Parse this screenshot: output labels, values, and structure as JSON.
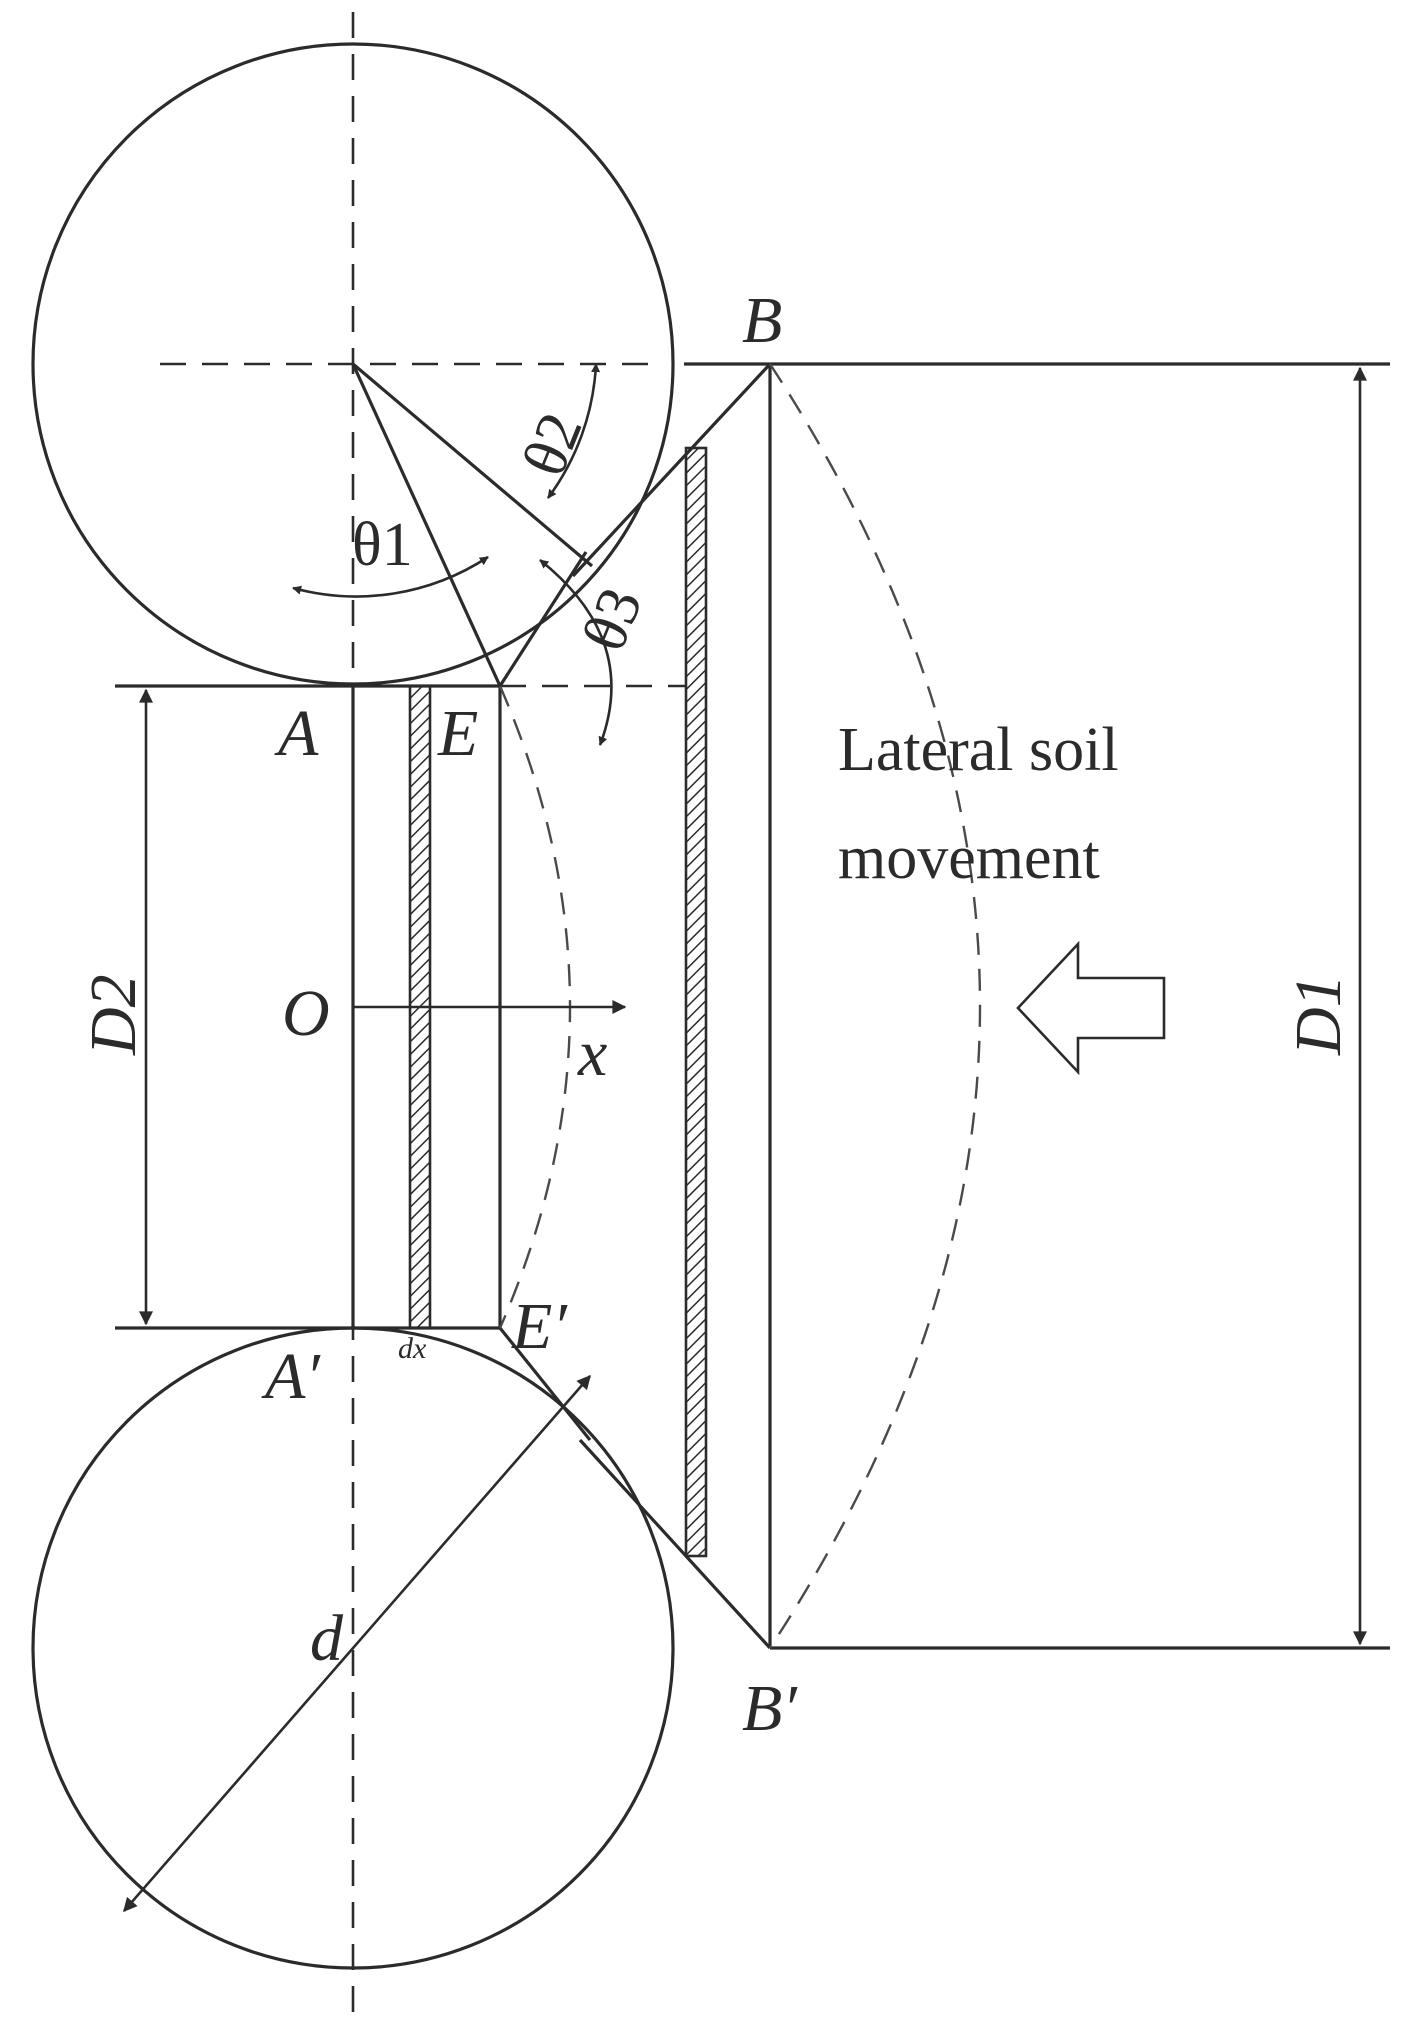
{
  "labels": {
    "point_B": "B",
    "point_B_prime": "B′",
    "point_A": "A",
    "point_A_prime": "A′",
    "point_E": "E",
    "point_E_prime": "E′",
    "point_O": "O",
    "axis_x": "x",
    "theta1": "θ1",
    "theta2": "θ2",
    "theta3": "θ3",
    "D1": "D1",
    "D2": "D2",
    "d": "d",
    "dx": "dx"
  },
  "annotation": {
    "line1": "Lateral soil",
    "line2": "movement"
  },
  "icons": {
    "soil_arrow": "hollow-left-arrow-icon"
  }
}
